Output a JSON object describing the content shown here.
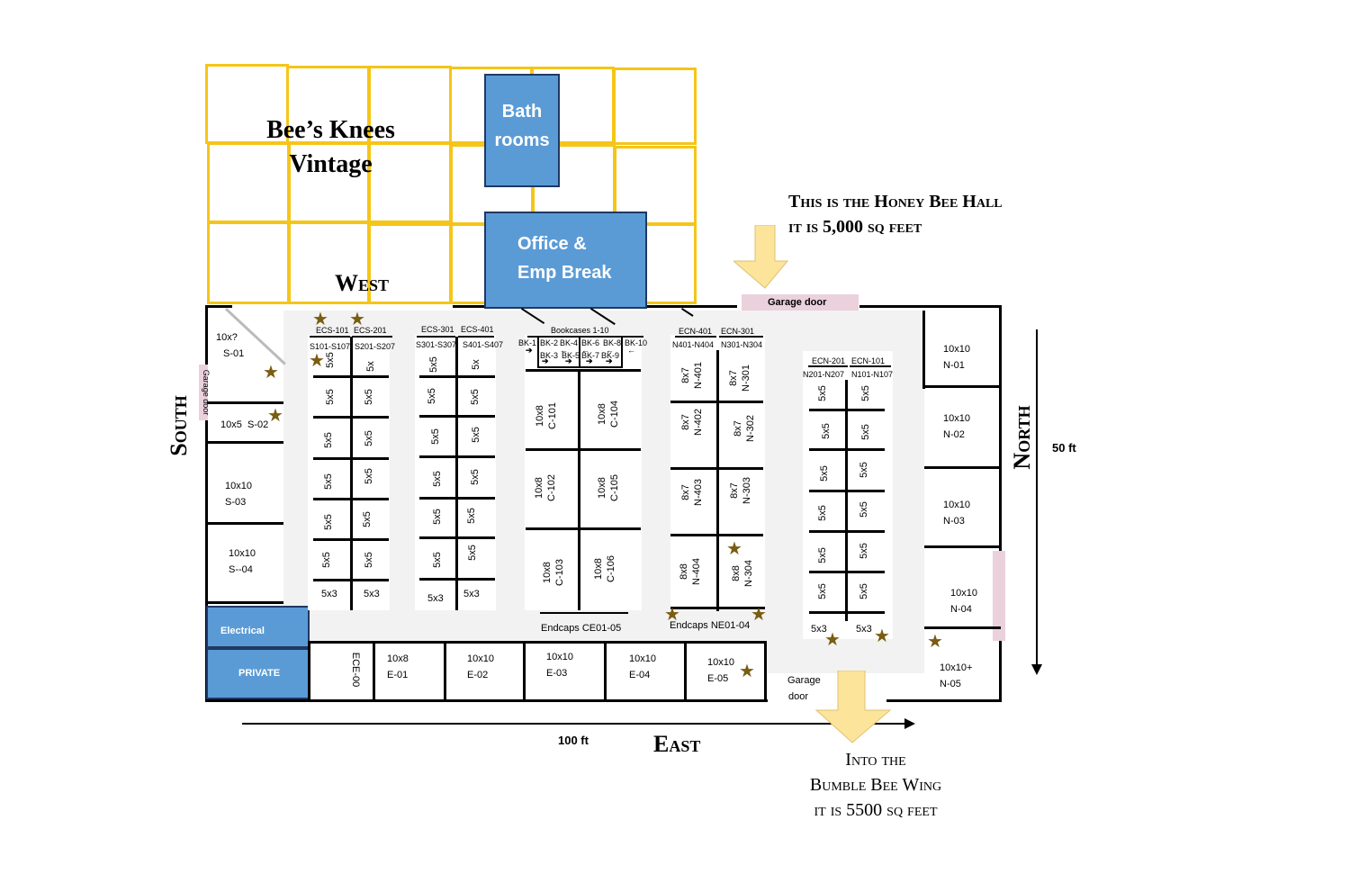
{
  "areas": {
    "vintage_title_line1": "Bee’s Knees",
    "vintage_title_line2": "Vintage",
    "bathrooms_line1": "Bath",
    "bathrooms_line2": "rooms",
    "office_line1": "Office &",
    "office_line2": "Emp Break",
    "electrical": "Electrical",
    "private": "PRIVATE"
  },
  "directions": {
    "west": "West",
    "south": "South",
    "north": "North",
    "east": "East"
  },
  "dimensions": {
    "width": "100 ft",
    "depth": "50 ft"
  },
  "notes": {
    "hall_line1": "This is the Honey Bee Hall",
    "hall_line2": "it is 5,000 sq feet",
    "wing_line1": "Into the",
    "wing_line2": "Bumble Bee Wing",
    "wing_line3": "it is 5500 sq feet"
  },
  "doors": {
    "garage_top": "Garage door",
    "garage_left": "Garage door",
    "garage_bottom_1": "Garage",
    "garage_bottom_2": "door"
  },
  "south_booths": [
    {
      "size": "10x?",
      "id": "S-01"
    },
    {
      "size": "10x5",
      "id": "S-02"
    },
    {
      "size": "10x10",
      "id": "S-03"
    },
    {
      "size": "10x10",
      "id": "S--04"
    }
  ],
  "north_booths": [
    {
      "size": "10x10",
      "id": "N-01"
    },
    {
      "size": "10x10",
      "id": "N-02"
    },
    {
      "size": "10x10",
      "id": "N-03"
    },
    {
      "size": "10x10",
      "id": "N-04"
    },
    {
      "size": "10x10+",
      "id": "N-05"
    }
  ],
  "east_booths": [
    {
      "size": "ECE-00",
      "id": ""
    },
    {
      "size": "10x8",
      "id": "E-01"
    },
    {
      "size": "10x10",
      "id": "E-02"
    },
    {
      "size": "10x10",
      "id": "E-03"
    },
    {
      "size": "10x10",
      "id": "E-04"
    },
    {
      "size": "10x10",
      "id": "E-05"
    }
  ],
  "aisle1": {
    "header": [
      "ECS-101",
      "ECS-201",
      "S101-S107",
      "S201-S207"
    ],
    "left": [
      "5x5",
      "5x5",
      "5x5",
      "5x5",
      "5x5",
      "5x5"
    ],
    "right": [
      "5x",
      "5x5",
      "5x5",
      "5x5",
      "5x5",
      "5x5"
    ],
    "bottom": [
      "5x3",
      "5x3"
    ]
  },
  "aisle2": {
    "header": [
      "ECS-301",
      "ECS-401",
      "S301-S307",
      "S401-S407"
    ],
    "left": [
      "5x5",
      "5x5",
      "5x5",
      "5x5",
      "5x5",
      "5x5"
    ],
    "right": [
      "5x",
      "5x5",
      "5x5",
      "5x5",
      "5x5",
      "5x5"
    ],
    "bottom": [
      "5x3",
      "5x3"
    ]
  },
  "center": {
    "header": "Bookcases 1-10",
    "bk_top": [
      "BK-1",
      "BK-2",
      "BK-4",
      "BK-6",
      "BK-8",
      "BK-10"
    ],
    "bk_bottom": [
      "BK-3",
      "BK-5",
      "BK-7",
      "BK-9"
    ],
    "left": [
      {
        "size": "10x8",
        "id": "C-101"
      },
      {
        "size": "10x8",
        "id": "C-102"
      },
      {
        "size": "10x8",
        "id": "C-103"
      }
    ],
    "right": [
      {
        "size": "10x8",
        "id": "C-104"
      },
      {
        "size": "10x8",
        "id": "C-105"
      },
      {
        "size": "10x8",
        "id": "C-106"
      }
    ],
    "endcaps": "Endcaps CE01-05"
  },
  "aisle3": {
    "header": [
      "ECN-401",
      "ECN-301",
      "N401-N404",
      "N301-N304"
    ],
    "left": [
      {
        "size": "8x7",
        "id": "N-401"
      },
      {
        "size": "8x7",
        "id": "N-402"
      },
      {
        "size": "8x7",
        "id": "N-403"
      },
      {
        "size": "8x8",
        "id": "N-404"
      }
    ],
    "right": [
      {
        "size": "8x7",
        "id": "N-301"
      },
      {
        "size": "8x7",
        "id": "N-302"
      },
      {
        "size": "8x7",
        "id": "N-303"
      },
      {
        "size": "8x8",
        "id": "N-304"
      }
    ],
    "endcaps": "Endcaps NE01-04"
  },
  "aisle4": {
    "header": [
      "ECN-201",
      "ECN-101",
      "N201-N207",
      "N101-N107"
    ],
    "left": [
      "5x5",
      "5x5",
      "5x5",
      "5x5",
      "5x5",
      "5x5"
    ],
    "right": [
      "5x5",
      "5x5",
      "5x5",
      "5x5",
      "5x5",
      "5x5"
    ],
    "bottom": [
      "5x3",
      "5x3"
    ]
  },
  "colors": {
    "grid": "#f5c518",
    "blue": "#5b9bd5",
    "star": "#7a5c12",
    "arrow": "#fde49b",
    "door": "#ead1dc"
  }
}
